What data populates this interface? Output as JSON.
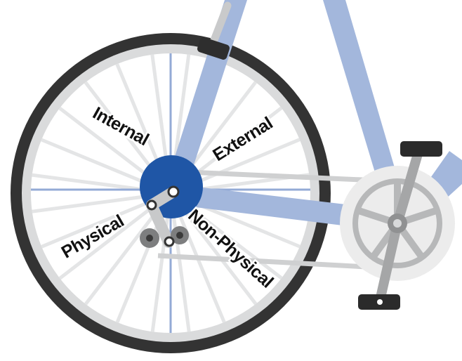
{
  "labels": {
    "internal": "Internal",
    "external": "External",
    "physical": "Physical",
    "non_physical": "Non-Physical"
  },
  "colors": {
    "frame": "#a3b7dc",
    "hub": "#1f56a6",
    "tire": "#333333",
    "rim": "#d9dadb",
    "spoke": "#e3e4e5",
    "blue_spoke": "#93aad6",
    "chain": "#cfd0d1",
    "crank": "#9a9b9c",
    "pedal": "#2b2b2b"
  }
}
